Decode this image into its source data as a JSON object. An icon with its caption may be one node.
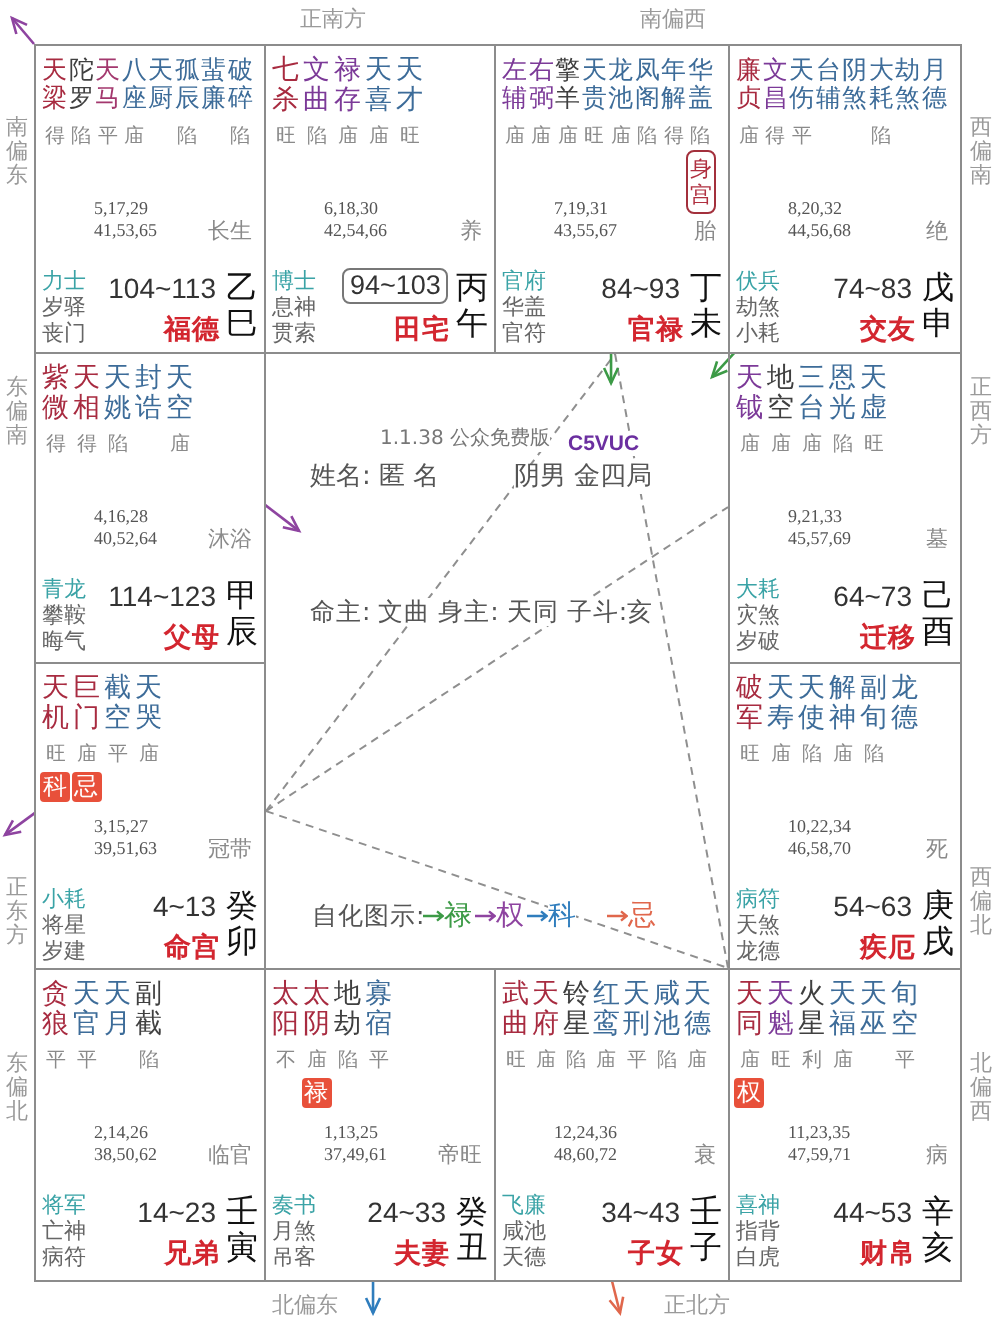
{
  "diagram": {
    "nodes": [
      {
        "text": [
          "天梁",
          "陀罗",
          "天马",
          "八座",
          "天厨",
          "孤辰",
          "蜚廉",
          "破碎",
          "得",
          "陷",
          "平",
          "庙",
          "陷",
          "陷",
          "5,17,29 41,53,65",
          "长生",
          "力士",
          "岁驿",
          "丧门",
          "104~113",
          "福德",
          "乙巳"
        ]
      },
      {
        "text": [
          "七杀",
          "文曲",
          "禄存",
          "天喜",
          "天才",
          "旺",
          "陷",
          "庙",
          "庙",
          "旺",
          "6,18,30 42,54,66",
          "养",
          "博士",
          "息神",
          "贯索",
          "田宅",
          "丙午"
        ]
      },
      {
        "text": [
          "94~103"
        ],
        "in": 1
      },
      {
        "text": [
          "左辅",
          "右弼",
          "擎羊",
          "天贵",
          "龙池",
          "凤阁",
          "年解",
          "华盖",
          "庙",
          "庙",
          "庙",
          "旺",
          "庙",
          "陷",
          "得",
          "陷",
          "7,19,31 43,55,67",
          "胎",
          "官府",
          "华盖",
          "官符",
          "84~93",
          "官禄",
          "丁未"
        ]
      },
      {
        "text": [
          "身宫"
        ],
        "in": 3
      },
      {
        "text": [
          "廉贞",
          "文昌",
          "天伤",
          "台辅",
          "阴煞",
          "大耗",
          "劫煞",
          "月德",
          "庙",
          "得",
          "平",
          "陷",
          "8,20,32 44,56,68",
          "绝",
          "伏兵",
          "劫煞",
          "小耗",
          "74~83",
          "交友",
          "戊申"
        ]
      },
      {
        "text": [
          "紫微",
          "天相",
          "天姚",
          "封诰",
          "天空",
          "得",
          "得",
          "陷",
          "庙",
          "4,16,28 40,52,64",
          "沐浴",
          "青龙",
          "攀鞍",
          "晦气",
          "114~123",
          "父母",
          "甲辰"
        ]
      },
      {
        "text": [
          "天钺",
          "地空",
          "三台",
          "恩光",
          "天虚",
          "庙",
          "庙",
          "庙",
          "陷",
          "旺",
          "9,21,33 45,57,69",
          "墓",
          "大耗",
          "灾煞",
          "岁破",
          "64~73",
          "迁移",
          "己酉"
        ]
      },
      {
        "text": [
          "天机",
          "巨门",
          "截空",
          "天哭",
          "旺",
          "庙",
          "平",
          "庙",
          "3,15,27 39,51,63",
          "冠带",
          "小耗",
          "将星",
          "岁建",
          "4~13",
          "命宫",
          "癸卯"
        ]
      },
      {
        "text": [
          "科"
        ],
        "in": 8
      },
      {
        "text": [
          "忌"
        ],
        "in": 8
      },
      {
        "text": [
          "破军",
          "天寿",
          "天使",
          "解神",
          "副旬",
          "龙德",
          "旺",
          "庙",
          "陷",
          "庙",
          "陷",
          "10,22,34 46,58,70",
          "死",
          "病符",
          "天煞",
          "龙德",
          "54~63",
          "疾厄",
          "庚戌"
        ]
      },
      {
        "text": [
          "贪狼",
          "天官",
          "天月",
          "副截",
          "平",
          "平",
          "陷",
          "2,14,26 38,50,62",
          "临官",
          "将军",
          "亡神",
          "病符",
          "14~23",
          "兄弟",
          "壬寅"
        ]
      },
      {
        "text": [
          "太阳",
          "太阴",
          "地劫",
          "寡宿",
          "不",
          "庙",
          "陷",
          "平",
          "1,13,25 37,49,61",
          "帝旺",
          "奏书",
          "月煞",
          "吊客",
          "24~33",
          "夫妻",
          "癸丑"
        ]
      },
      {
        "text": [
          "禄"
        ],
        "in": 13
      },
      {
        "text": [
          "武曲",
          "天府",
          "铃星",
          "红鸾",
          "天刑",
          "咸池",
          "天德",
          "旺",
          "庙",
          "陷",
          "庙",
          "平",
          "陷",
          "庙",
          "12,24,36 48,60,72",
          "衰",
          "飞廉",
          "咸池",
          "天德",
          "34~43",
          "子女",
          "壬子"
        ]
      },
      {
        "text": [
          "天同",
          "天魁",
          "火星",
          "天福",
          "天巫",
          "旬空",
          "庙",
          "旺",
          "利",
          "庙",
          "平",
          "11,23,35 47,59,71",
          "病",
          "喜神",
          "指背",
          "白虎",
          "44~53",
          "财帛",
          "辛亥"
        ]
      },
      {
        "text": [
          "权"
        ],
        "in": 16
      }
    ],
    "edges": [
      {
        "from": 8,
        "to": 3,
        "arrow": "none",
        "style": "dashed"
      },
      {
        "from": 8,
        "to": 7,
        "arrow": "none",
        "style": "dashed"
      },
      {
        "from": 8,
        "to": 16,
        "arrow": "none",
        "style": "dashed"
      },
      {
        "from": 3,
        "to": 16,
        "arrow": "none",
        "style": "dashed"
      },
      {
        "from": 0,
        "to": null,
        "arrow": "to",
        "color": "#8e44a0"
      },
      {
        "from": 6,
        "to": null,
        "arrow": "to",
        "color": "#8e44a0"
      },
      {
        "from": 8,
        "to": null,
        "arrow": "to",
        "color": "#8e44a0"
      },
      {
        "from": 3,
        "to": null,
        "arrow": "to",
        "color": "#3c9a46"
      },
      {
        "from": 5,
        "to": null,
        "arrow": "to",
        "color": "#3c9a46"
      },
      {
        "from": 13,
        "to": null,
        "arrow": "to",
        "color": "#2f7dbd"
      },
      {
        "from": 15,
        "to": null,
        "arrow": "to",
        "color": "#e0674c"
      }
    ],
    "labels": [
      "正南方",
      "南偏西",
      "南偏东",
      "东偏南",
      "正东方",
      "东偏北",
      "西偏南",
      "正西方",
      "西偏北",
      "北偏西",
      "北偏东",
      "正北方",
      "1.1.38 公众免费版",
      "C5VUC",
      "姓名: 匿 名",
      "阴男 金四局",
      "命主: 文曲 身主: 天同 子斗:亥",
      "自化图示:"
    ],
    "legend": [
      {
        "text": "禄",
        "color": "#3c9a46"
      },
      {
        "text": "权",
        "color": "#8e44a0"
      },
      {
        "text": "科",
        "color": "#2f7dbd"
      },
      {
        "text": "忌",
        "color": "#e0674c"
      }
    ]
  }
}
